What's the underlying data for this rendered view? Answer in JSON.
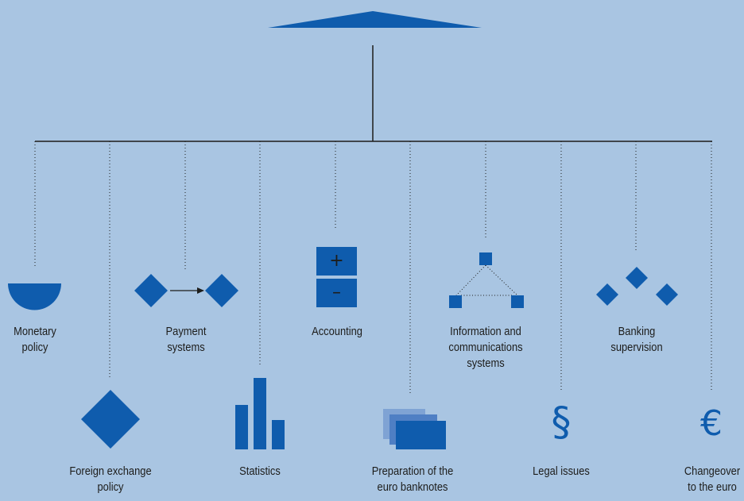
{
  "colors": {
    "background": "#a9c5e2",
    "primary_blue": "#0f5cad",
    "mid_blue": "#4f7fc4",
    "light_blue": "#7fa3d4",
    "text": "#1d1d1b",
    "line": "#1d1d1b"
  },
  "topics": [
    {
      "id": "monetary-policy",
      "label": "Monetary\npolicy",
      "icon": "half-circle-icon"
    },
    {
      "id": "foreign-exchange-policy",
      "label": "Foreign exchange\npolicy",
      "icon": "diamond-icon"
    },
    {
      "id": "payment-systems",
      "label": "Payment\nsystems",
      "icon": "diamond-arrow-icon"
    },
    {
      "id": "statistics",
      "label": "Statistics",
      "icon": "bar-chart-icon"
    },
    {
      "id": "accounting",
      "label": "Accounting",
      "icon": "plus-minus-icon"
    },
    {
      "id": "euro-banknotes",
      "label": "Preparation of the\neuro banknotes",
      "icon": "stacked-banknotes-icon"
    },
    {
      "id": "information-systems",
      "label": "Information and\ncommunications\nsystems",
      "icon": "network-triangle-icon"
    },
    {
      "id": "legal-issues",
      "label": "Legal issues",
      "icon": "section-sign-icon",
      "glyph": "§"
    },
    {
      "id": "banking-supervision",
      "label": "Banking\nsupervision",
      "icon": "three-diamonds-icon"
    },
    {
      "id": "changeover",
      "label": "Changeover\nto the euro",
      "icon": "euro-sign-icon",
      "glyph": "€"
    }
  ],
  "accounting_signs": {
    "plus": "+",
    "minus": "–"
  }
}
